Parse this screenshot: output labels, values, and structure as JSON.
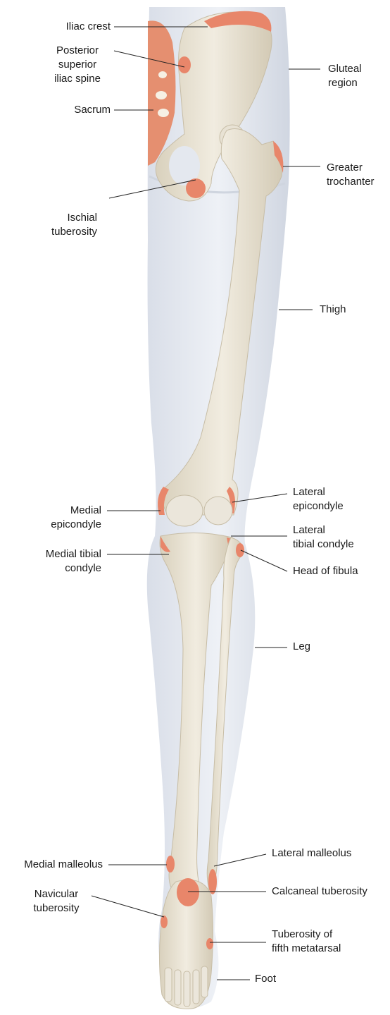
{
  "labels": {
    "iliac_crest": [
      "Iliac crest"
    ],
    "posterior_superior_iliac_spine": [
      "Posterior",
      "superior",
      "iliac spine"
    ],
    "sacrum": [
      "Sacrum"
    ],
    "ischial_tuberosity": [
      "Ischial",
      "tuberosity"
    ],
    "gluteal_region": [
      "Gluteal",
      "region"
    ],
    "greater_trochanter": [
      "Greater",
      "trochanter"
    ],
    "thigh": [
      "Thigh"
    ],
    "medial_epicondyle": [
      "Medial",
      "epicondyle"
    ],
    "lateral_epicondyle": [
      "Lateral",
      "epicondyle"
    ],
    "medial_tibial_condyle": [
      "Medial tibial",
      "condyle"
    ],
    "lateral_tibial_condyle": [
      "Lateral",
      "tibial condyle"
    ],
    "head_of_fibula": [
      "Head of fibula"
    ],
    "leg": [
      "Leg"
    ],
    "medial_malleolus": [
      "Medial malleolus"
    ],
    "lateral_malleolus": [
      "Lateral malleolus"
    ],
    "navicular_tuberosity": [
      "Navicular",
      "tuberosity"
    ],
    "calcaneal_tuberosity": [
      "Calcaneal tuberosity"
    ],
    "tuberosity_fifth_metatarsal": [
      "Tuberosity of",
      "fifth metatarsal"
    ],
    "foot": [
      "Foot"
    ]
  },
  "colors": {
    "bone": "#ece6d8",
    "bone_shadow": "#d6ceb9",
    "landmark": "#e8866a",
    "skin": "#e4e8ef",
    "skin_shadow": "#cdd3de",
    "leader": "#222222"
  }
}
